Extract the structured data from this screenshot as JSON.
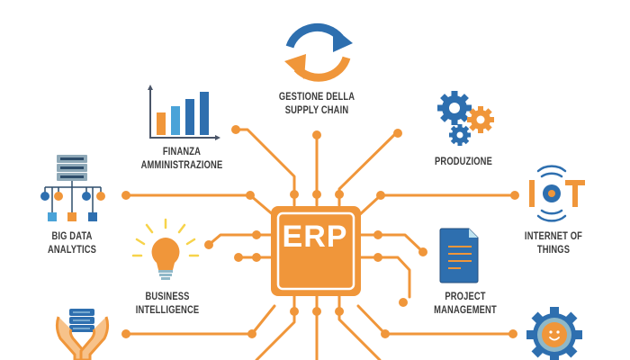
{
  "diagram": {
    "center": {
      "label": "ERP",
      "color": "#f0963a"
    },
    "colors": {
      "orange": "#f0963a",
      "blue": "#2e6faf",
      "light_blue": "#4aa3d8",
      "text": "#3a3a3a",
      "yellow": "#f7d34a"
    },
    "modules": [
      {
        "id": "supply-chain",
        "icon": "refresh-cycle-icon",
        "lines": [
          "GESTIONE DELLA",
          "SUPPLY CHAIN"
        ]
      },
      {
        "id": "finance",
        "icon": "bar-chart-icon",
        "lines": [
          "FINANZA",
          "AMMINISTRAZIONE"
        ]
      },
      {
        "id": "production",
        "icon": "gears-icon",
        "lines": [
          "PRODUZIONE"
        ]
      },
      {
        "id": "big-data",
        "icon": "database-network-icon",
        "lines": [
          "BIG DATA",
          "ANALYTICS"
        ]
      },
      {
        "id": "iot",
        "icon": "iot-signal-icon",
        "lines": [
          "INTERNET OF",
          "THINGS"
        ]
      },
      {
        "id": "business-intelligence",
        "icon": "lightbulb-icon",
        "lines": [
          "BUSINESS",
          "INTELLIGENCE"
        ]
      },
      {
        "id": "project-management",
        "icon": "document-icon",
        "lines": [
          "PROJECT",
          "MANAGEMENT"
        ]
      },
      {
        "id": "data-hands",
        "icon": "hands-database-icon",
        "lines": []
      },
      {
        "id": "customer-gear",
        "icon": "smiley-gear-icon",
        "lines": []
      }
    ]
  }
}
